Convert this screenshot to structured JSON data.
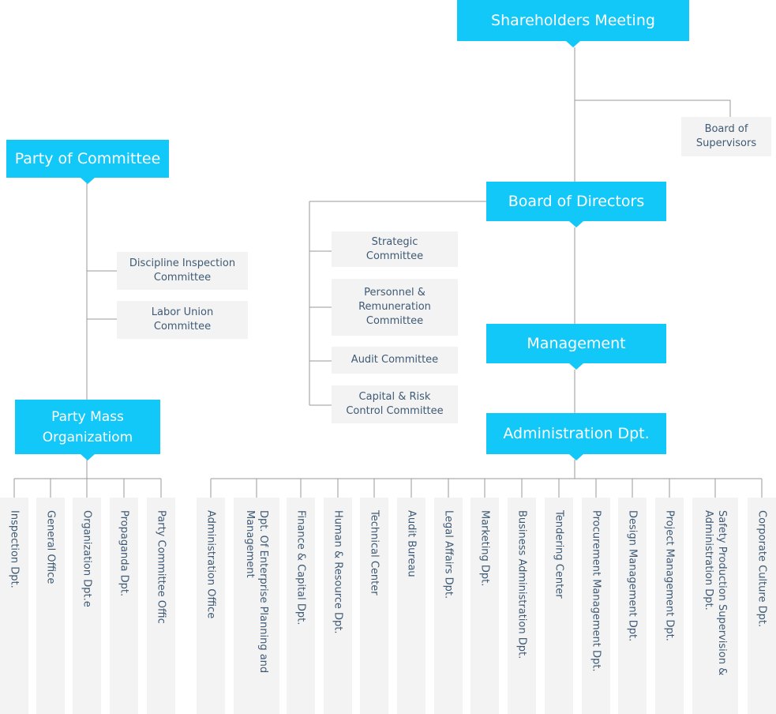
{
  "top": {
    "shareholders": "Shareholders Meeting",
    "board_of_supervisors": "Board of Supervisors",
    "board_of_directors": "Board of Directors",
    "management": "Management",
    "administration": "Administration Dpt."
  },
  "committees": {
    "strategic": "Strategic Committee",
    "personnel": "Personnel & Remuneration Committee",
    "audit": "Audit Committee",
    "capital": "Capital & Risk Control Committee"
  },
  "party": {
    "committee": "Party of Committee",
    "discipline": "Discipline Inspection Committee",
    "labor": "Labor Union Committee",
    "mass": "Party Mass Organizatiom",
    "departments": [
      "Inspection Dpt.",
      "General Office",
      "Organization Dpt.e",
      "Propaganda Dpt.",
      "Party Committee Offic"
    ]
  },
  "admin_departments": [
    "Administration Office",
    "Dpt. Of Enterprise Planning and Management",
    "Finance & Capital Dpt.",
    "Human & Resource Dpt.",
    "Technical Center",
    "Audit Bureau",
    "Legal Affairs Dpt.",
    "Marketing Dpt.",
    "Business Administration Dpt.",
    "Tendering Center",
    "Procurement Management Dpt.",
    "Design Management Dpt.",
    "Project Management Dpt.",
    "Safety Production Supervision & Administration Dpt.",
    "Corporate Culture Dpt."
  ],
  "colors": {
    "accent": "#11c8f8",
    "box_bg": "#f3f3f3",
    "text": "#3f5a74",
    "line": "#9a9a9a"
  }
}
